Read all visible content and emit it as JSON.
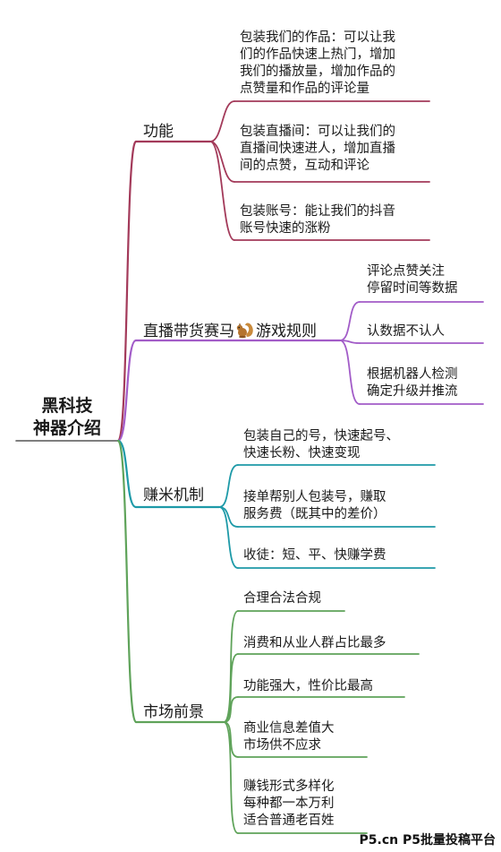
{
  "root": {
    "lines": [
      "黑科技",
      "神器介绍"
    ]
  },
  "colors": {
    "branch_1": "#a33a5a",
    "branch_2": "#a25cc8",
    "branch_3": "#1e9aa8",
    "branch_4": "#5fa35a",
    "root": "#555555"
  },
  "branches": [
    {
      "label": "功能",
      "leaves": [
        {
          "lines": [
            "包装我们的作品：可以让我",
            "们的作品快速上热门，增加",
            "我们的播放量，增加作品的",
            "点赞量和作品的评论量"
          ]
        },
        {
          "lines": [
            "包装直播间：可以让我们的",
            "直播间快速进人，增加直播",
            "间的点赞，互动和评论"
          ]
        },
        {
          "lines": [
            "包装账号：能让我们的抖音",
            "账号快速的涨粉"
          ]
        }
      ]
    },
    {
      "label_before": "直播带货赛马",
      "icon": "squirrel-icon",
      "label_after": "游戏规则",
      "leaves": [
        {
          "lines": [
            "评论点赞关注",
            "停留时间等数据"
          ]
        },
        {
          "lines": [
            "认数据不认人"
          ]
        },
        {
          "lines": [
            "根据机器人检测",
            "确定升级并推流"
          ]
        }
      ]
    },
    {
      "label": "赚米机制",
      "leaves": [
        {
          "lines": [
            "包装自己的号，快速起号、",
            "快速长粉、快速变现"
          ]
        },
        {
          "lines": [
            "接单帮别人包装号，赚取",
            "服务费（既其中的差价）"
          ]
        },
        {
          "lines": [
            "收徒：短、平、快赚学费"
          ]
        }
      ]
    },
    {
      "label": "市场前景",
      "leaves": [
        {
          "lines": [
            "合理合法合规"
          ]
        },
        {
          "lines": [
            "消费和从业人群占比最多"
          ]
        },
        {
          "lines": [
            "功能强大，性价比最高"
          ]
        },
        {
          "lines": [
            "商业信息差值大",
            "市场供不应求"
          ]
        },
        {
          "lines": [
            "赚钱形式多样化",
            "每种都一本万利",
            "适合普通老百姓"
          ]
        }
      ]
    }
  ],
  "watermark": "P5.cn P5批量投稿平台"
}
